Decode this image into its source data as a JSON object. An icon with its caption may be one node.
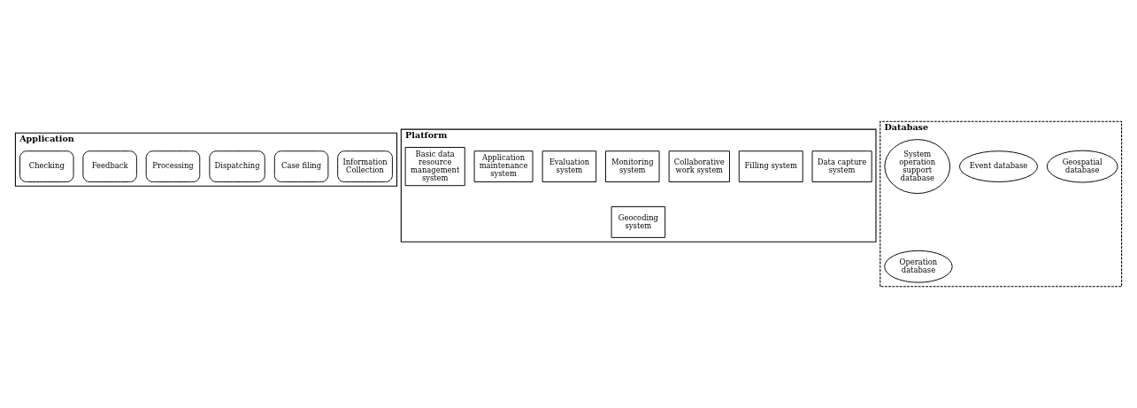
{
  "diagram": {
    "nodes": [
      {
        "text": [
          "Application"
        ]
      },
      {
        "text": [
          "Information Collection"
        ],
        "in": 0
      },
      {
        "text": [
          "Case filing"
        ],
        "in": 0
      },
      {
        "text": [
          "Dispatching"
        ],
        "in": 0
      },
      {
        "text": [
          "Processing"
        ],
        "in": 0
      },
      {
        "text": [
          "Feedback"
        ],
        "in": 0
      },
      {
        "text": [
          "Checking"
        ],
        "in": 0
      },
      {
        "text": [
          "Platform"
        ]
      },
      {
        "text": [
          "Data capture system"
        ],
        "in": 7
      },
      {
        "text": [
          "Filling system"
        ],
        "in": 7
      },
      {
        "text": [
          "Collaborative work system"
        ],
        "in": 7
      },
      {
        "text": [
          "Monitoring system"
        ],
        "in": 7
      },
      {
        "text": [
          "Geocoding system"
        ],
        "in": 7
      },
      {
        "text": [
          "Evaluation system"
        ],
        "in": 7
      },
      {
        "text": [
          "Application maintenance system"
        ],
        "in": 7
      },
      {
        "text": [
          "Basic data resource management system"
        ],
        "in": 7
      },
      {
        "text": [
          "Database"
        ]
      },
      {
        "text": [
          "Geospatial database"
        ],
        "in": 16
      },
      {
        "text": [
          "Event database"
        ],
        "in": 16
      },
      {
        "text": [
          "Operation database"
        ],
        "in": 16
      },
      {
        "text": [
          "System operation support database"
        ],
        "in": 16
      }
    ],
    "edges": []
  }
}
